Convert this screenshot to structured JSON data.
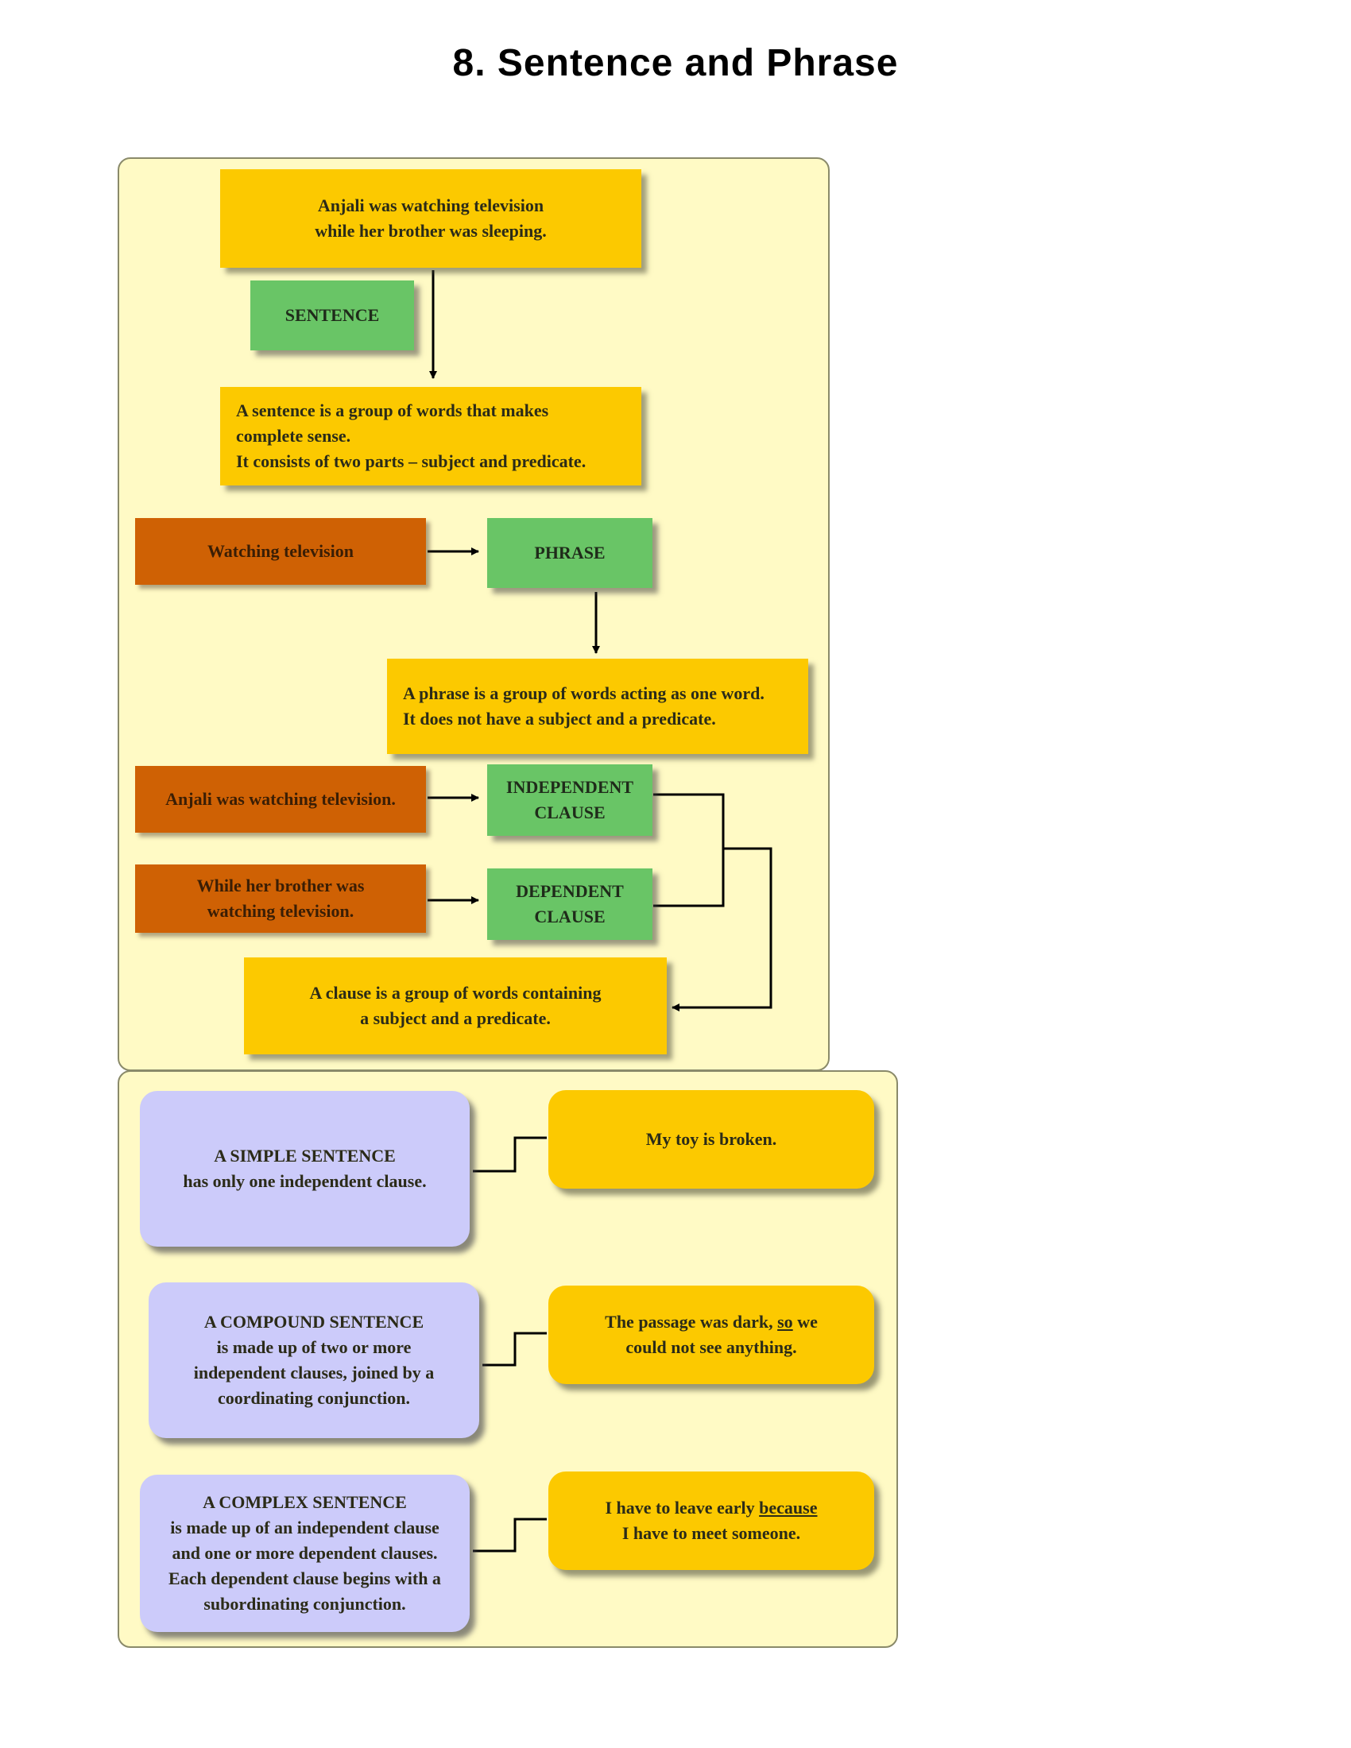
{
  "title": "8. Sentence and Phrase",
  "flow": {
    "example_sentence": [
      "Anjali was watching television",
      "while her brother was sleeping."
    ],
    "sentence_label": "SENTENCE",
    "sentence_def": [
      "A sentence is a group of words that makes",
      "complete sense.",
      "It consists of two parts – subject and predicate."
    ],
    "phrase_example": "Watching television",
    "phrase_label": "PHRASE",
    "phrase_def": [
      "A phrase is a group of words acting as one word.",
      "It does not have a subject and a predicate."
    ],
    "independent_example": "Anjali was watching television.",
    "independent_label": [
      "INDEPENDENT",
      "CLAUSE"
    ],
    "dependent_example": [
      "While her brother was",
      "watching television."
    ],
    "dependent_label": [
      "DEPENDENT",
      "CLAUSE"
    ],
    "clause_def": [
      "A clause is a group of words containing",
      "a subject and a predicate."
    ]
  },
  "types": [
    {
      "definition": [
        "A SIMPLE SENTENCE",
        "has only one independent clause."
      ],
      "example_parts": [
        "My toy is broken.",
        "",
        "",
        ""
      ]
    },
    {
      "definition": [
        "A COMPOUND SENTENCE",
        "is made up of two or more",
        "independent clauses, joined by a",
        "coordinating conjunction."
      ],
      "example_parts": [
        "The passage  was dark, ",
        "so",
        " we",
        "could not see anything."
      ]
    },
    {
      "definition": [
        "A COMPLEX SENTENCE",
        "is made up of an independent clause",
        "and one or more dependent clauses.",
        "Each dependent clause begins with a",
        "subordinating conjunction."
      ],
      "example_parts": [
        "I have to leave early ",
        "because",
        "",
        "I have to meet someone."
      ]
    }
  ],
  "colors": {
    "panel_bg": "#fffac5",
    "yellow_box": "#fcc900",
    "green_box": "#69c566",
    "orange_box": "#cf6104",
    "lavender_box": "#cccbfa"
  }
}
